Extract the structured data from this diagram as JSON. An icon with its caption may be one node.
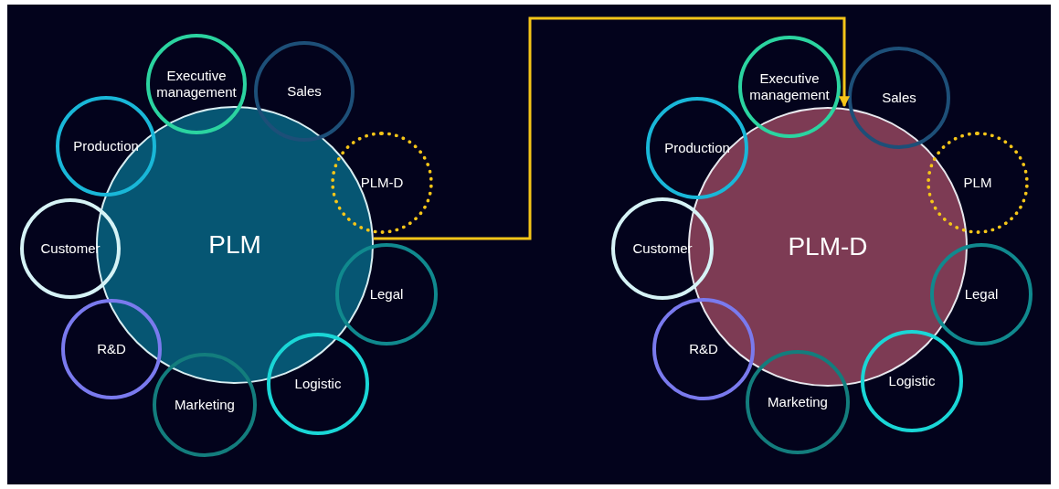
{
  "diagram": {
    "nodes": [
      {
        "text": [
          "PLM"
        ]
      },
      {
        "text": [
          "Executive management"
        ]
      },
      {
        "text": [
          "Sales"
        ]
      },
      {
        "text": [
          "Production"
        ]
      },
      {
        "text": [
          "PLM-D"
        ]
      },
      {
        "text": [
          "Customer"
        ]
      },
      {
        "text": [
          "Legal"
        ]
      },
      {
        "text": [
          "R&D"
        ]
      },
      {
        "text": [
          "Marketing"
        ]
      },
      {
        "text": [
          "Logistic"
        ]
      },
      {
        "text": [
          "PLM-D"
        ]
      },
      {
        "text": [
          "Executive management"
        ]
      },
      {
        "text": [
          "Sales"
        ]
      },
      {
        "text": [
          "Production"
        ]
      },
      {
        "text": [
          "PLM"
        ]
      },
      {
        "text": [
          "Customer"
        ]
      },
      {
        "text": [
          "Legal"
        ]
      },
      {
        "text": [
          "R&D"
        ]
      },
      {
        "text": [
          "Marketing"
        ]
      },
      {
        "text": [
          "Logistic"
        ]
      }
    ],
    "edges": [
      {
        "from": 0,
        "to": 10,
        "arrow": "to",
        "color": "#f5c518"
      }
    ]
  }
}
